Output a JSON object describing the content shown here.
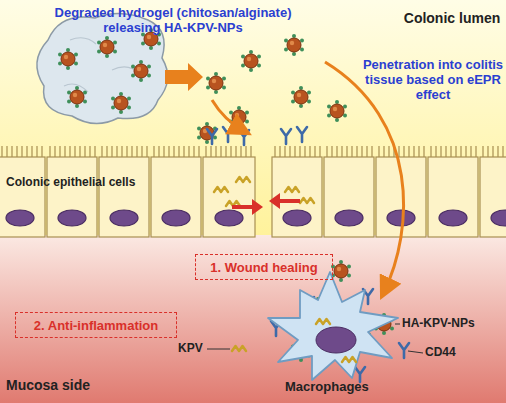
{
  "diagram": {
    "nodes": [
      {
        "text": [
          "1. Wound healing"
        ]
      },
      {
        "text": [
          "2. Anti-inflammation"
        ]
      }
    ],
    "labels": [
      "Degraded hydrogel (chitosan/alginate) releasing HA-KPV-NPs",
      "Colonic lumen",
      "Penetration into colitis tissue based on eEPR effect",
      "Colonic epithelial cells",
      "HA-KPV-NPs",
      "CD44",
      "KPV",
      "Mucosa side",
      "Macrophages"
    ]
  }
}
